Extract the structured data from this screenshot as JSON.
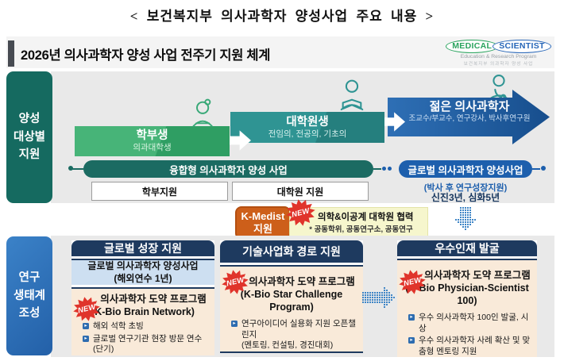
{
  "title": "< 보건복지부 의사과학자 양성사업 주요 내용 >",
  "header": {
    "title": "2026년 의사과학자 양성 사업 전주기 지원 체계",
    "logo": {
      "medical": "MEDICAL",
      "scientist": "SCIENTIST",
      "program": "Education & Research Program",
      "subtext": "보건복지부 의과학자 양성 사업"
    }
  },
  "badges": {
    "new": "NEW"
  },
  "top": {
    "sidebar": "양성\n대상별\n지원",
    "stages": [
      {
        "title": "학부생",
        "subtitle": "의과대학생"
      },
      {
        "title": "대학원생",
        "subtitle": "전임의, 전공의, 기초의"
      },
      {
        "title": "젊은 의사과학자",
        "subtitle": "조교수/부교수, 연구강사, 박사후연구원"
      }
    ],
    "pill_left": "융합형 의사과학자 양성 사업",
    "pill_right": "글로벌 의사과학자 양성사업",
    "pill_right_note1": "(박사 후 연구성장지원)",
    "pill_right_note2": "신진3년, 심화5년",
    "support_boxes": [
      "학부지원",
      "대학원 지원"
    ],
    "kmedist_label": "K-Medist\n지원",
    "partner_title": "의학&이공계 대학원 협력",
    "partner_sub": "* 공동학위, 공동연구소, 공동연구"
  },
  "bottom": {
    "sidebar": "연구\n생태계\n조성",
    "cards": [
      {
        "header": "글로벌 성장 지원",
        "highlight": "글로벌 의사과학자 양성사업\n(해외연수 1년)",
        "program_title": "의사과학자 도약 프로그램",
        "program_sub": "(K-Bio Brain Network)",
        "bullets": [
          "해외 석학 초빙",
          "글로벌 연구기관 현장 방문 연수(단기)"
        ]
      },
      {
        "header": "기술사업화 경로 지원",
        "program_title": "의사과학자 도약 프로그램",
        "program_sub": "(K-Bio Star Challenge Program)",
        "bullets": [
          "연구아이디어 실용화 지원 오픈챌린지\n(멘토링, 컨설팅, 경진대회)"
        ]
      },
      {
        "header": "우수인재 발굴",
        "program_title": "의사과학자 도약 프로그램",
        "program_sub": "(K-Bio Physician-Scientist 100)",
        "bullets": [
          "우수 의사과학자 100인 발굴, 시상",
          "우수 의사과학자 사례 확산 및 맞춤형 멘토링 지원"
        ]
      }
    ]
  },
  "colors": {
    "teal_dark": "#156a60",
    "green": "#3cab6f",
    "teal": "#2f9392",
    "arrow_blue": "#2d6db2",
    "arrow_blue_dark": "#17508f",
    "navy": "#1e3a5f",
    "pill_blue": "#1d5fad",
    "orange": "#cd5f1a",
    "new_red": "#e0342b",
    "cream": "#f9ead9",
    "light_blue": "#cddff1",
    "light_yellow": "#f6f6cd",
    "panel_gray": "#e9e9e9",
    "sidebar_blue": "#2b6cb8"
  }
}
